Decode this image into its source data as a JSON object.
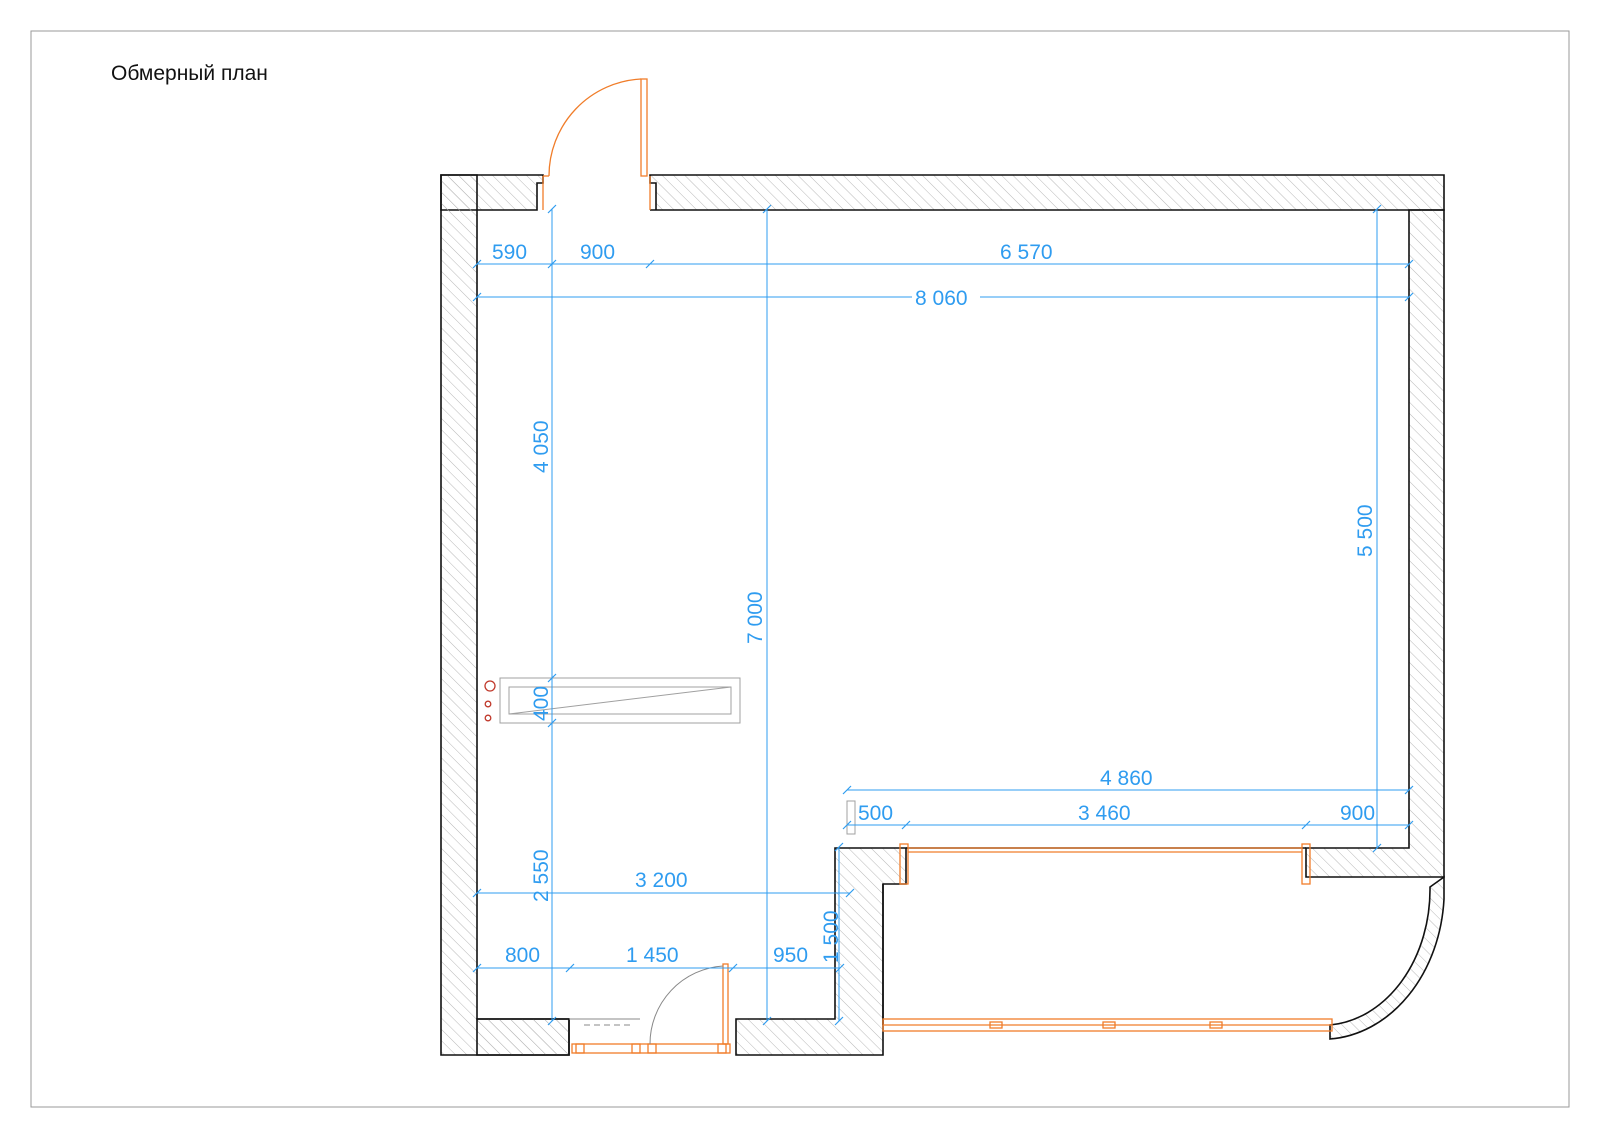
{
  "title": "Обмерный план",
  "colors": {
    "dimension": "#2f9cf0",
    "wall": "#111111",
    "hatch": "#b8b8b8",
    "opening": "#f07d2a",
    "fixture": "#a0a0a0",
    "pipe": "#c0392b",
    "frame": "#9a9a9a"
  },
  "dimensions": {
    "seg_590": "590",
    "seg_900_top": "900",
    "seg_6570": "6 570",
    "total_8060": "8 060",
    "height_4050": "4 050",
    "height_7000": "7 000",
    "height_5500": "5 500",
    "radiator_400": "400",
    "width_4860": "4 860",
    "seg_500": "500",
    "seg_3460": "3 460",
    "seg_900_right": "900",
    "height_2550": "2 550",
    "width_3200": "3 200",
    "height_1500": "1 500",
    "seg_800": "800",
    "seg_1450": "1 450",
    "seg_950": "950"
  }
}
